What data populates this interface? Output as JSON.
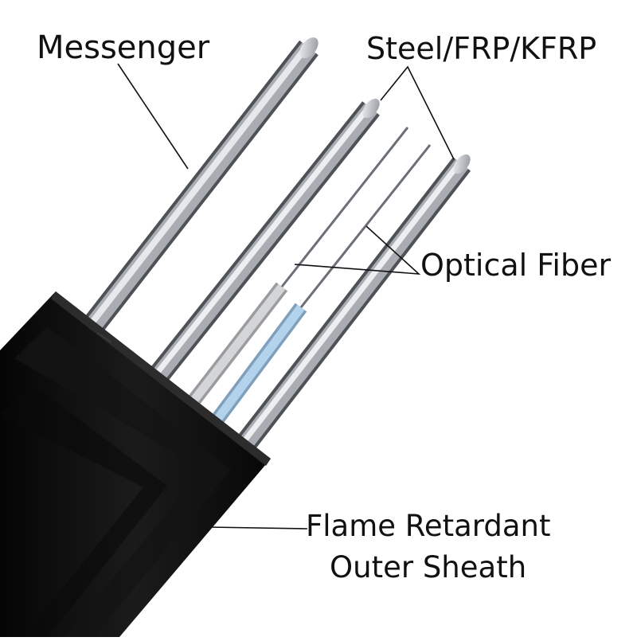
{
  "labels": {
    "messenger": "Messenger",
    "steel": "Steel/FRP/KFRP",
    "optical_fiber": "Optical Fiber",
    "sheath_line1": "Flame Retardant",
    "sheath_line2": "Outer Sheath"
  },
  "colors": {
    "background": "#ffffff",
    "sheath": "#0c0c0c",
    "sheath_highlight": "#2b2b2b",
    "metal_light": "#e9ebee",
    "metal_mid": "#a9adb3",
    "metal_dark": "#5f6368",
    "fiber_blue": "#a9cbe6",
    "fiber_grey": "#c9cbcd",
    "fiber_core": "#6b7077",
    "leader_line": "#111111"
  }
}
